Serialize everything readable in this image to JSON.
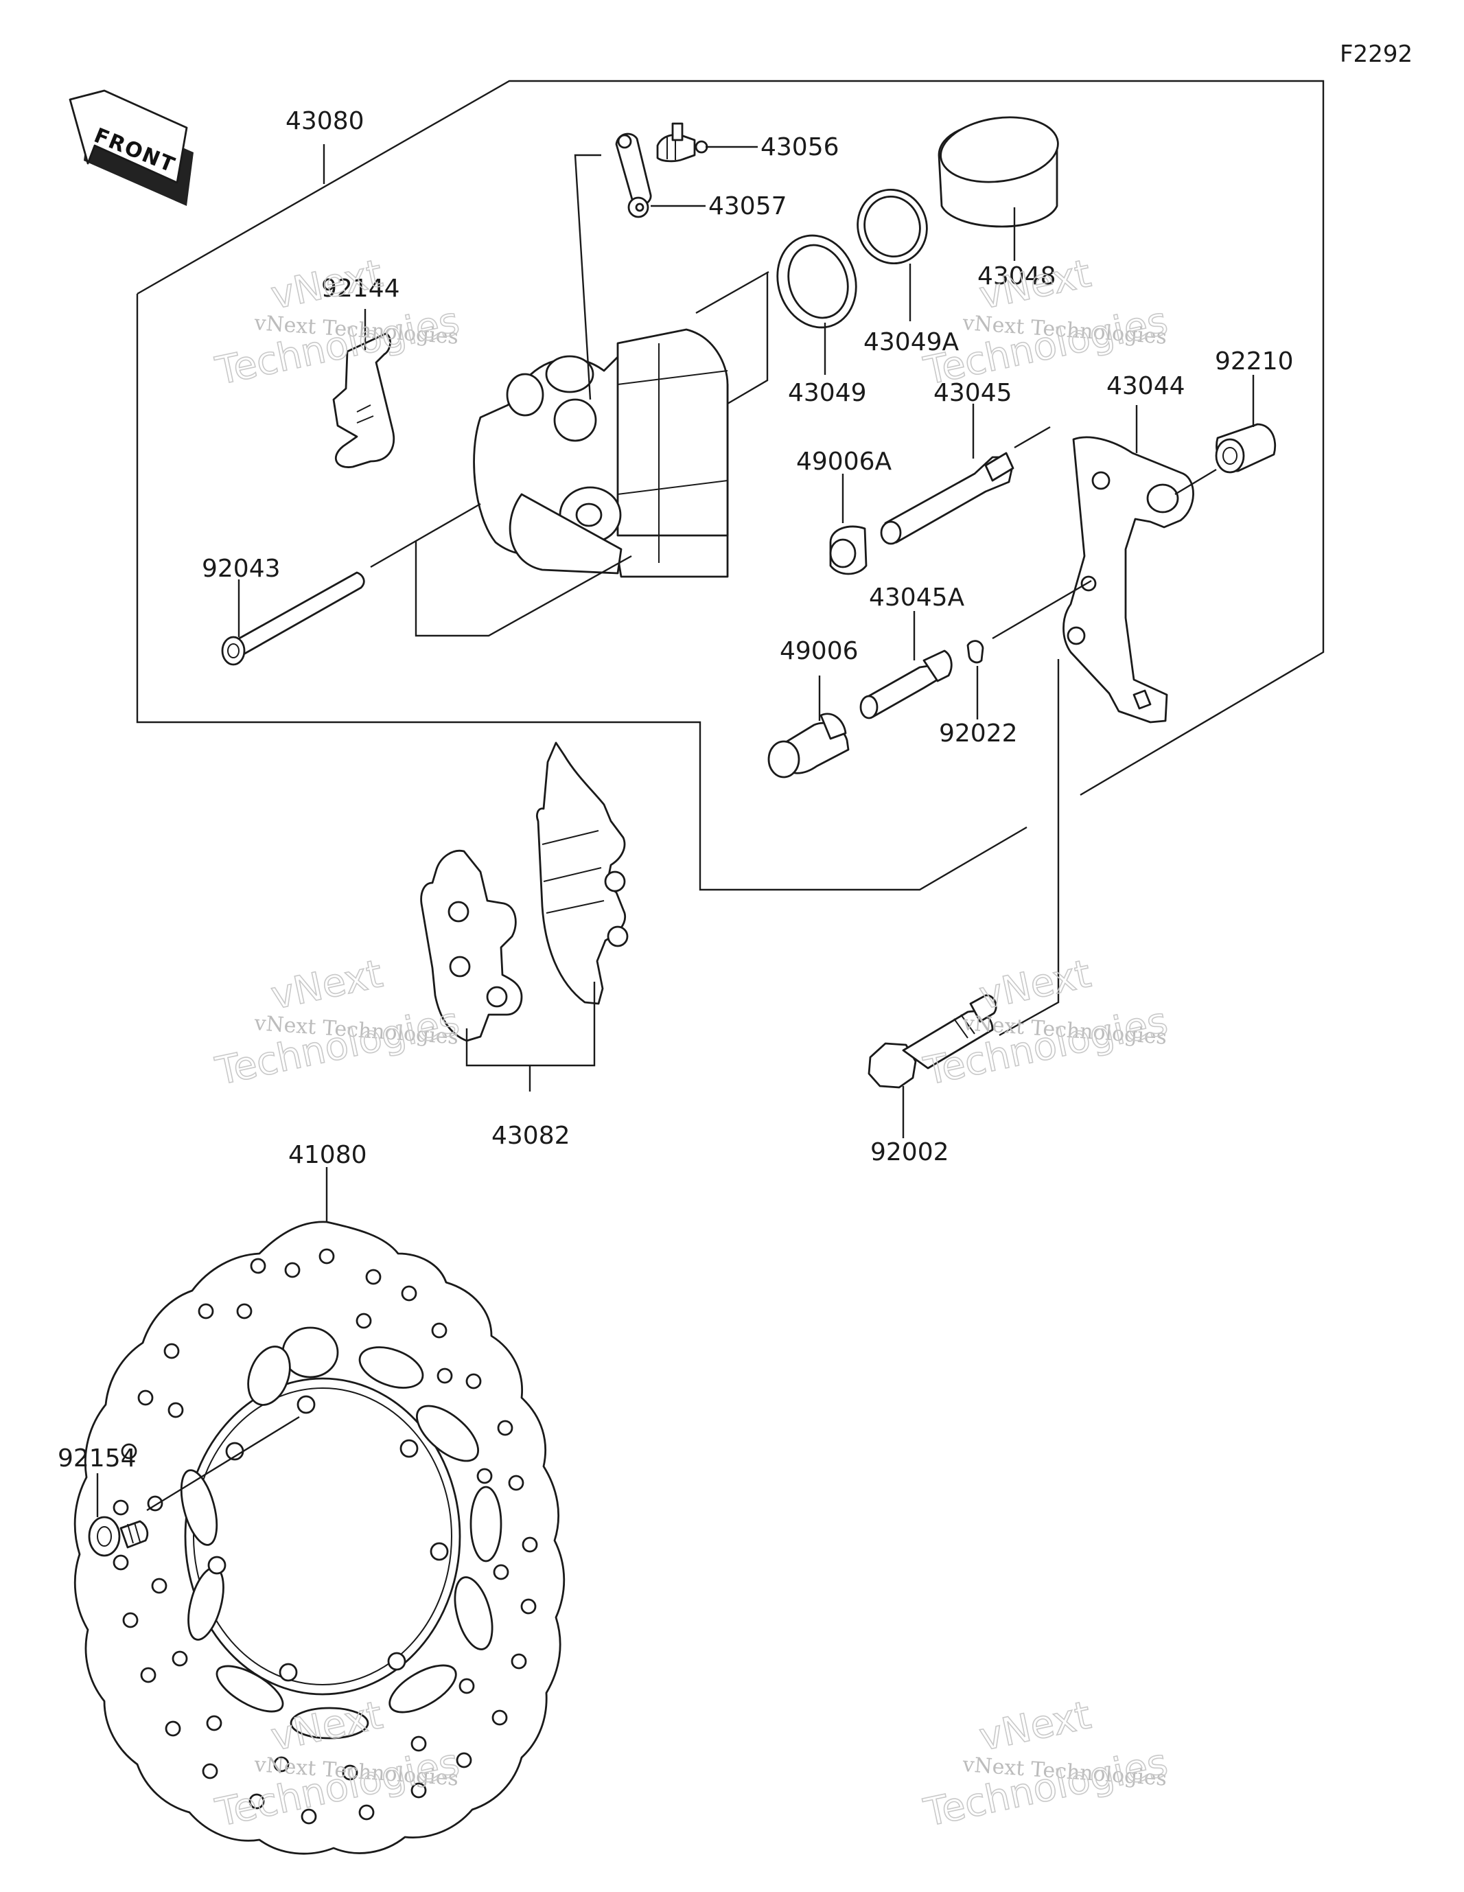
{
  "diagram_code": "F2292",
  "front_label": "FRONT",
  "parts": {
    "p43080": "43080",
    "p43056": "43056",
    "p43057": "43057",
    "p43048": "43048",
    "p92144": "92144",
    "p43049A": "43049A",
    "p43049": "43049",
    "p43045": "43045",
    "p43044": "43044",
    "p92210": "92210",
    "p49006A": "49006A",
    "p92043": "92043",
    "p43045A": "43045A",
    "p49006": "49006",
    "p92022": "92022",
    "p43082": "43082",
    "p92002": "92002",
    "p41080": "41080",
    "p92154": "92154"
  },
  "watermark": {
    "line1": "vNext",
    "line2": "vNext Technologies",
    "line3": "Technologies"
  }
}
